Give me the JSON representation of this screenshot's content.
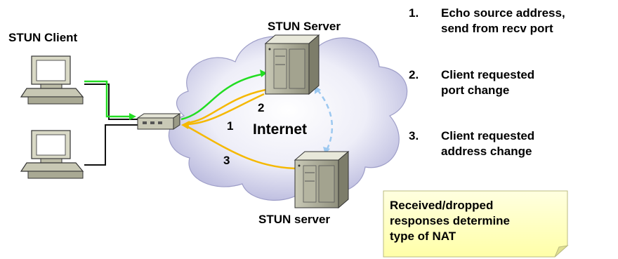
{
  "labels": {
    "client": "STUN Client",
    "server_top": "STUN Server",
    "server_bottom": "STUN server",
    "cloud": "Internet"
  },
  "path_numbers": [
    "1",
    "2",
    "3"
  ],
  "steps": [
    {
      "number": "1.",
      "text": "Echo source address,\nsend from recv port"
    },
    {
      "number": "2.",
      "text": "Client requested\nport change"
    },
    {
      "number": "3.",
      "text": "Client requested\naddress change"
    }
  ],
  "note": "Received/dropped\nresponses determine\ntype of NAT",
  "colors": {
    "request_path": "#22dd22",
    "response_path": "#f5b800",
    "server_link": "#9cc8f0",
    "cloud_edge": "#b6b6dc",
    "cloud_fill": "#eeeef8",
    "note_fill": "#ffffc8"
  }
}
